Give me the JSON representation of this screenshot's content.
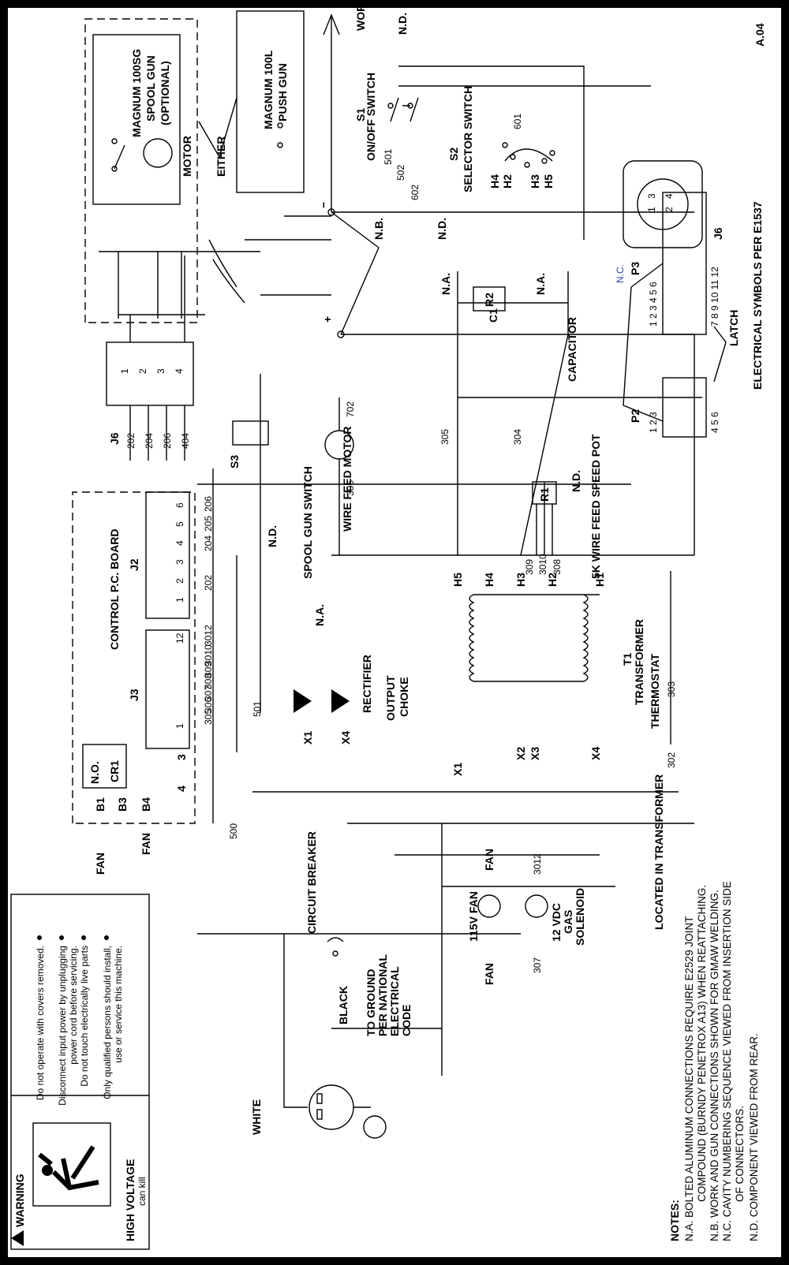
{
  "sheet_code": "A.04",
  "symbols_ref": "ELECTRICAL SYMBOLS PER E1537",
  "warning": {
    "title": "WARNING",
    "bullets": [
      "Do not operate with covers removed.",
      "Disconnect input power by unplugging",
      "power cord before servicing.",
      "Do not touch electrically live parts",
      "Only qualified persons should install,",
      "use or service this machine."
    ],
    "hv_line1": "HIGH VOLTAGE",
    "hv_line2": "can kill"
  },
  "guns": {
    "spool_l1": "MAGNUM 100SG",
    "spool_l2": "SPOOL GUN",
    "spool_l3": "(OPTIONAL)",
    "motor": "MOTOR",
    "push_l1": "MAGNUM 100L",
    "push_l2": "PUSH GUN",
    "either": "EITHER"
  },
  "top": {
    "work": "WORK",
    "nd": "N.D.",
    "s1": "S1",
    "s1_name": "ON/OFF SWITCH",
    "s2": "S2",
    "s2_name": "SELECTOR SWITCH",
    "w501": "501",
    "w502": "502",
    "w602": "602",
    "w601": "601",
    "h1": "H1",
    "h2": "H2",
    "h3": "H3",
    "h4": "H4",
    "h5": "H5",
    "nb": "N.B.",
    "minus": "−",
    "plus": "+"
  },
  "connectors": {
    "j6": "J6",
    "j6_pins": [
      "1",
      "2",
      "3",
      "4"
    ],
    "j6_wires": [
      "202",
      "204",
      "206",
      "404"
    ],
    "p2": "P2",
    "p2_row1": "1 2 3",
    "p2_row2": "4 5 6",
    "p3": "P3",
    "p3_row1": "1 2 3 4 5 6",
    "p3_row2": "7 8 9 10 11 12",
    "latch": "LATCH",
    "nc": "N.C.",
    "j6_face": [
      "1",
      "2",
      "3",
      "4"
    ]
  },
  "mid": {
    "cap_name": "CAPACITOR",
    "c1": "C1",
    "r2": "R2",
    "na": "N.A.",
    "w305": "305",
    "w304": "304",
    "s3": "S3",
    "s3_name": "SPOOL GUN SWITCH",
    "wfm": "WIRE FEED MOTOR",
    "w702": "702",
    "w306": "306",
    "r1": "R1",
    "pot": "5K WIRE FEED SPEED POT",
    "w309": "309",
    "w3010": "3010",
    "w308": "308"
  },
  "board": {
    "title": "CONTROL P.C. BOARD",
    "j2": "J2",
    "j2_pins": [
      "6",
      "5",
      "4",
      "3",
      "2",
      "1"
    ],
    "j2_wires": [
      "206",
      "205",
      "204",
      "",
      "202",
      ""
    ],
    "j3": "J3",
    "j3_pins": [
      "12",
      "11",
      "10",
      "9",
      "8",
      "7",
      "6",
      "5",
      "4",
      "3",
      "2",
      "1"
    ],
    "j3_wires": [
      "3012",
      "",
      "3010",
      "309",
      "308",
      "307",
      "306",
      "305",
      "304",
      "303",
      "302",
      ""
    ],
    "no": "N.O.",
    "cr1": "CR1",
    "t3": "3",
    "t4": "4",
    "b1": "B1",
    "b3": "B3",
    "b4": "B4",
    "fan": "FAN",
    "w501": "501",
    "w500": "500"
  },
  "power": {
    "rectifier": "RECTIFIER",
    "choke_l1": "OUTPUT",
    "choke_l2": "CHOKE",
    "x1": "X1",
    "x2": "X2",
    "x3": "X3",
    "x4": "X4",
    "t1": "T1",
    "transformer": "TRANSFORMER",
    "thermostat": "THERMOSTAT",
    "w302": "302",
    "w303": "303",
    "located": "LOCATED IN TRANSFORMER",
    "breaker": "CIRCUIT BREAKER",
    "black": "BLACK",
    "white": "WHITE",
    "gnd_l1": "TO GROUND",
    "gnd_l2": "PER NATIONAL",
    "gnd_l3": "ELECTRICAL",
    "gnd_l4": "CODE",
    "fan115": "115V FAN",
    "sol_l1": "12 VDC",
    "sol_l2": "GAS",
    "sol_l3": "SOLENOID",
    "w307": "307",
    "w3012": "3012"
  },
  "notes": {
    "head": "NOTES:",
    "lines": [
      "N.A.  BOLTED ALUMINUM CONNECTIONS REQUIRE E2529 JOINT",
      "COMPOUND (BURNDY PENETROX A13) WHEN REATTACHING.",
      "N.B.  WORK AND GUN CONNECTIONS SHOWN FOR GMAW WELDING.",
      "N.C.  CAVITY NUMBERING SEQUENCE VIEWED FROM INSERTION SIDE",
      "OF CONNECTORS.",
      "N.D.  COMPONENT VIEWED FROM REAR."
    ]
  }
}
